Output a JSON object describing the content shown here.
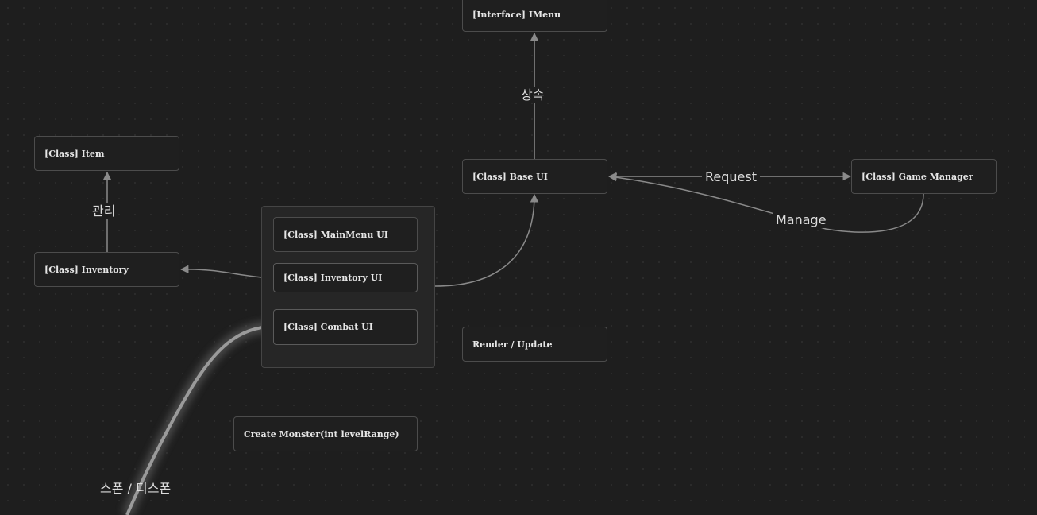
{
  "nodes": {
    "imenu": "[Interface] IMenu",
    "item": "[Class] Item",
    "base_ui": "[Class] Base UI",
    "game_manager": "[Class] Game Manager",
    "inventory": "[Class] Inventory",
    "mainmenu_ui": "[Class] MainMenu UI",
    "inventory_ui": "[Class] Inventory UI",
    "combat_ui": "[Class] Combat UI",
    "render_update": "Render / Update",
    "create_monster": "Create Monster(int levelRange)"
  },
  "edge_labels": {
    "inherit": "상속",
    "manage_kr": "관리",
    "request": "Request",
    "manage": "Manage",
    "spawn": "스폰 / 디스폰"
  },
  "colors": {
    "background": "#1e1e1e",
    "node_border": "#4c4c4c",
    "edge": "#8a8a8a",
    "text": "#e6e6e6"
  }
}
